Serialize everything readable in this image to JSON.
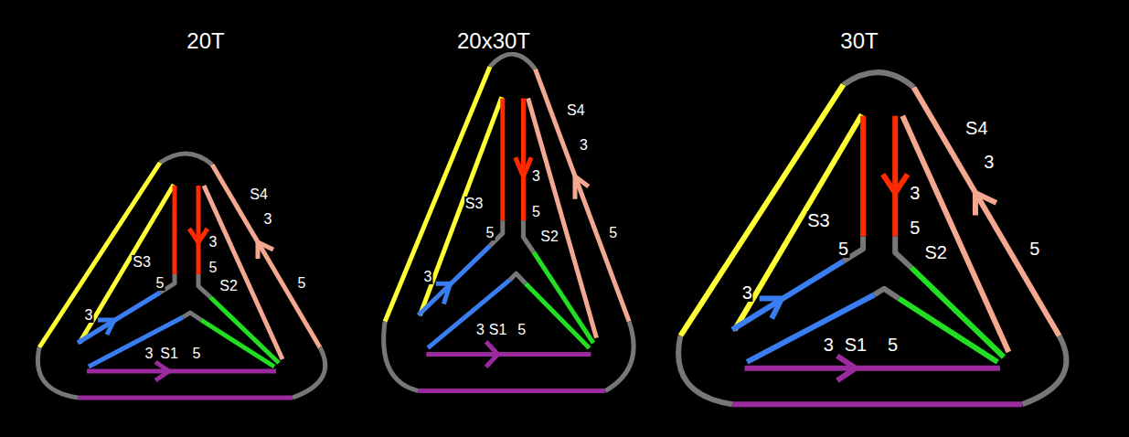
{
  "diagram": {
    "labels": [
      "20T",
      "S4",
      "3",
      "5",
      "3",
      "5",
      "S3",
      "5",
      "3",
      "S2",
      "3",
      "S1",
      "5",
      "20x30T",
      "S4",
      "3",
      "5",
      "3",
      "5",
      "S3",
      "5",
      "3",
      "S2",
      "3",
      "S1",
      "5",
      "30T",
      "S4",
      "3",
      "5",
      "3",
      "5",
      "S3",
      "5",
      "3",
      "S2",
      "3",
      "S1",
      "5"
    ]
  }
}
